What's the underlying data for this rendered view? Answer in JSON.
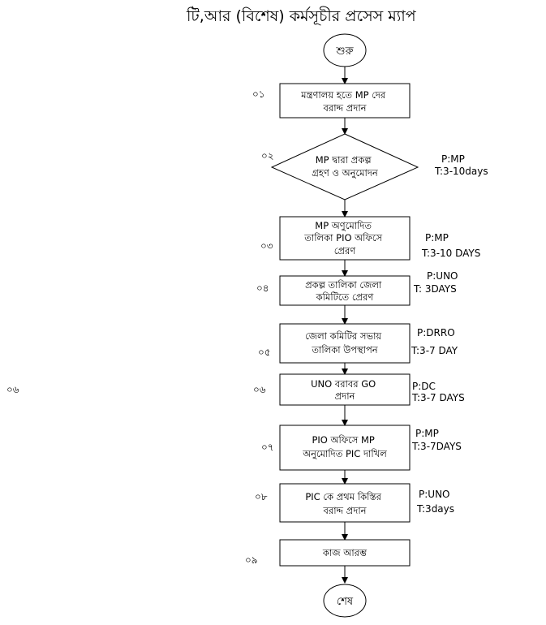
{
  "title": "টি,আর (বিশেষ) কর্মসূচীর প্রসেস ম্যাপ",
  "start_label": "শুরু",
  "end_label": "শেষ",
  "stray_number": "০৬",
  "steps": [
    {
      "num": "০১",
      "lines": [
        "মন্ত্রণালয় হতে MP দের",
        "বরাদ্দ প্রদান"
      ],
      "p": "",
      "t": ""
    },
    {
      "num": "০২",
      "lines": [
        "MP দ্বারা প্রকল্প",
        "গ্রহণ ও অনুমোদন"
      ],
      "p": "P:MP",
      "t": "T:3-10days"
    },
    {
      "num": "০৩",
      "lines": [
        "MP অণুমোদিত",
        "তালিকা PIO অফিসে",
        "প্রেরণ"
      ],
      "p": "P:MP",
      "t": "T:3-10 DAYS"
    },
    {
      "num": "০৪",
      "lines": [
        "প্রকল্প তালিকা জেলা",
        "কমিটিতে প্রেরণ"
      ],
      "p": "P:UNO",
      "t": "T: 3DAYS"
    },
    {
      "num": "০৫",
      "lines": [
        "জেলা কমিটির সভায়",
        "তালিকা উপস্থাপন"
      ],
      "p": "P:DRRO",
      "t": "T:3-7 DAY"
    },
    {
      "num": "০৬",
      "lines": [
        "UNO বরাবর GO",
        "প্রদান"
      ],
      "p": "P:DC",
      "t": "T:3-7 DAYS"
    },
    {
      "num": "০৭",
      "lines": [
        "PIO অফিসে MP",
        "অনুমোদিত PIC দাখিল"
      ],
      "p": "P:MP",
      "t": "T:3-7DAYS"
    },
    {
      "num": "০৮",
      "lines": [
        "PIC কে প্রথম কিস্তির",
        "বরাদ্দ প্রদান"
      ],
      "p": "P:UNO",
      "t": "T:3days"
    },
    {
      "num": "০৯",
      "lines": [
        "কাজ আরম্ভ"
      ],
      "p": "",
      "t": ""
    }
  ]
}
